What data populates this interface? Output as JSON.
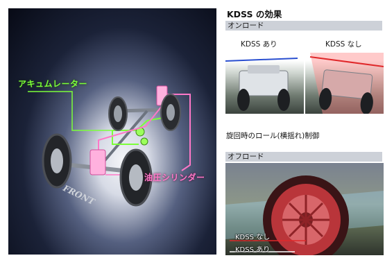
{
  "diagram": {
    "accumulator_label": "アキュムレーター",
    "cylinder_label": "油圧シリンダー",
    "front_label": "FRONT"
  },
  "right": {
    "title": "KDSS の効果",
    "onroad": {
      "header": "オンロード",
      "with_kdss": "KDSS あり",
      "without_kdss": "KDSS なし",
      "caption": "旋回時のロール(横揺れ)制御"
    },
    "offroad": {
      "header": "オフロード",
      "tag_without": "KDSS なし",
      "tag_with": "KDSS あり"
    }
  },
  "colors": {
    "accumulator_green": "#7cff3a",
    "cylinder_pink": "#ff78c8",
    "blue_line": "#2a4fd0",
    "red_line": "#e0282a"
  }
}
